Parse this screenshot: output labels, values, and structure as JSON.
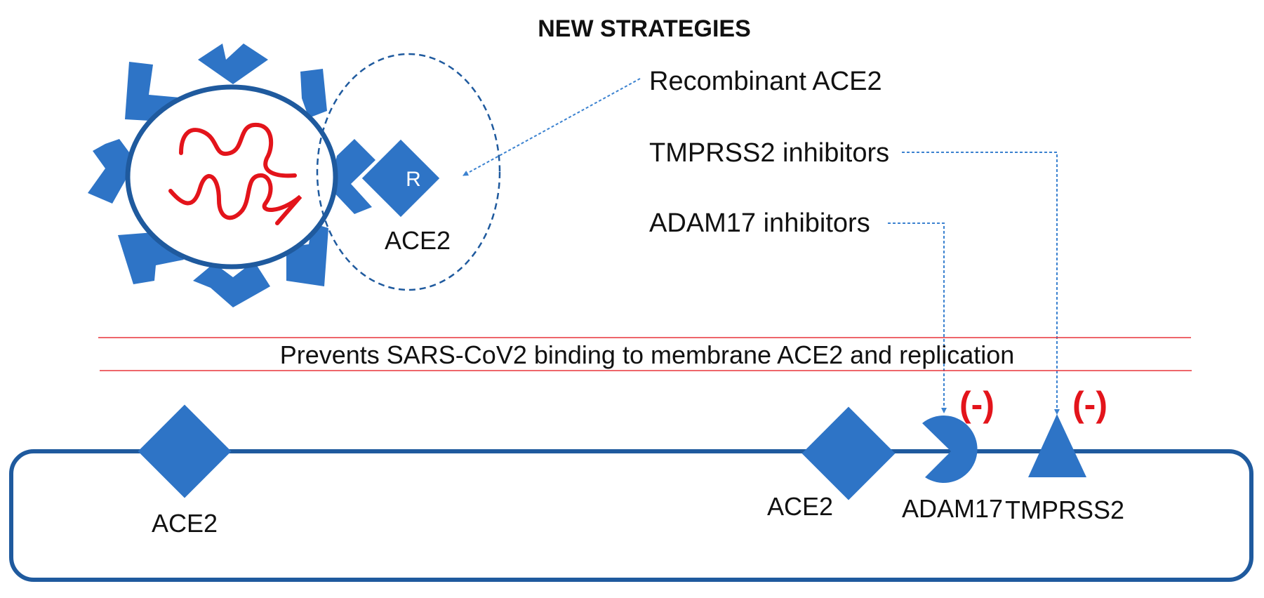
{
  "title": "NEW STRATEGIES",
  "strategies": {
    "recombinant_ace2": "Recombinant ACE2",
    "tmprss2_inhibitors": "TMPRSS2 inhibitors",
    "adam17_inhibitors": "ADAM17 inhibitors"
  },
  "virus": {
    "bound_receptor_letter": "R",
    "bound_receptor_label": "ACE2"
  },
  "effect_text": "Prevents SARS-CoV2 binding to membrane ACE2 and replication",
  "membrane": {
    "ace2_left_label": "ACE2",
    "ace2_right_label": "ACE2",
    "adam17_label": "ADAM17",
    "tmprss2_label": "TMPRSS2",
    "adam17_inhibition": "(-)",
    "tmprss2_inhibition": "(-)"
  },
  "colors": {
    "protein_blue": "#2e74c6",
    "outline_blue": "#1f5a9e",
    "arrow_blue": "#3b82d0",
    "rna_red": "#e3141b",
    "divider_red": "#e8333a"
  }
}
